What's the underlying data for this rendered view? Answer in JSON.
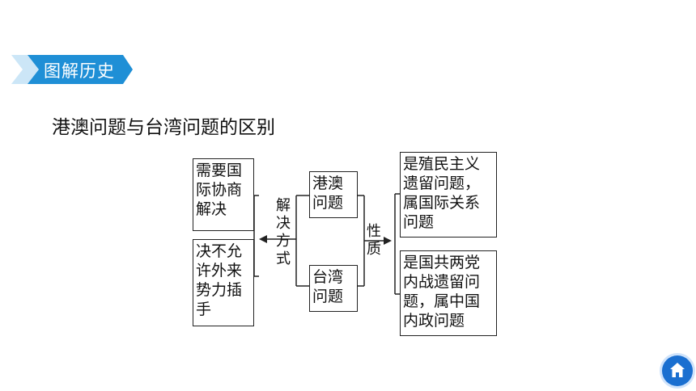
{
  "banner": {
    "label": "图解历史"
  },
  "subtitle": "港澳问题与台湾问题的区别",
  "diagram": {
    "left_boxes": [
      {
        "lines": [
          "需要国",
          "际协商",
          "解决"
        ]
      },
      {
        "lines": [
          "决不允",
          "许外来",
          "势力插",
          "手"
        ]
      }
    ],
    "left_label": [
      "解",
      "决",
      "方",
      "式"
    ],
    "center_boxes": [
      {
        "lines": [
          "港澳",
          "问题"
        ]
      },
      {
        "lines": [
          "台湾",
          "问题"
        ]
      }
    ],
    "right_label": [
      "性",
      "质"
    ],
    "right_boxes": [
      {
        "lines": [
          "是殖民主义",
          "遗留问题，",
          "属国际关系",
          "问题"
        ]
      },
      {
        "lines": [
          "是国共两党",
          "内战遗留问",
          "题，属中国",
          "内政问题"
        ]
      }
    ]
  },
  "colors": {
    "banner": "#1f8fd6",
    "banner_light": "#cce6f7",
    "home": "#1a6fd0"
  },
  "icons": {
    "home": "home-icon"
  }
}
